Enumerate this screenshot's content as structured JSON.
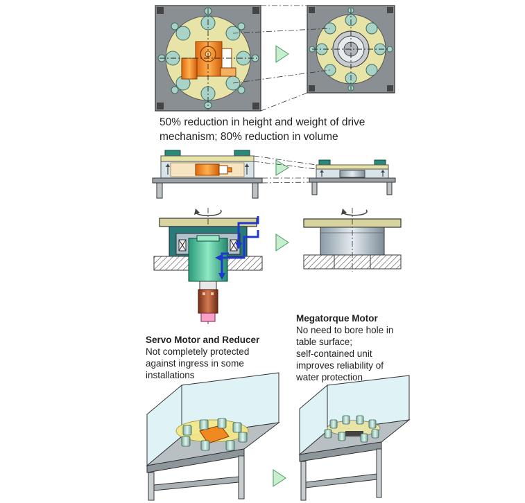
{
  "caption": {
    "line1": "50% reduction in height and weight of drive",
    "line2": "mechanism; 80% reduction in volume"
  },
  "servo": {
    "title": "Servo Motor and Reducer",
    "description": "Not completely protected\nagainst ingress in some\ninstallations"
  },
  "megatorque": {
    "title": "Megatorque Motor",
    "description": "No need to bore hole in\ntable surface;\nself-contained unit\nimproves reliability of\nwater protection"
  },
  "colors": {
    "plate": "#8a8f94",
    "disk": "#e8e4a8",
    "bolt": "#a9d3c6",
    "motor": "#f08a20",
    "arrow": "#c8eed0",
    "flow": "#2038d0",
    "shaft": "#40c090",
    "motor_body": "#b85a30"
  }
}
